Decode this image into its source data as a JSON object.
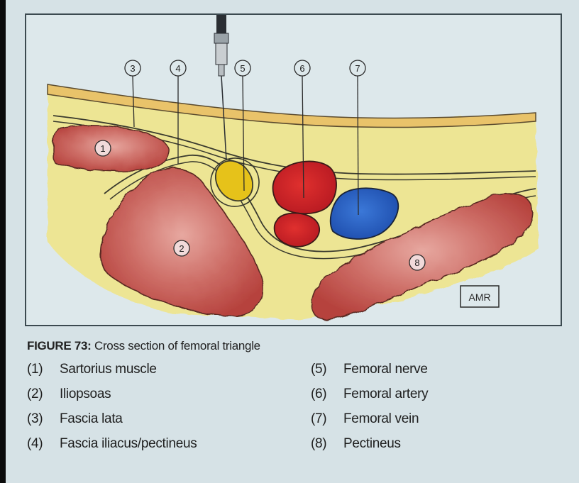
{
  "figure": {
    "caption_prefix": "FIGURE 73:",
    "caption_text": "Cross section of femoral triangle",
    "signature": "AMR"
  },
  "callouts": [
    "1",
    "2",
    "3",
    "4",
    "5",
    "6",
    "7",
    "8"
  ],
  "legend": {
    "left": [
      {
        "num": "(1)",
        "label": "Sartorius muscle"
      },
      {
        "num": "(2)",
        "label": "Iliopsoas"
      },
      {
        "num": "(3)",
        "label": "Fascia lata"
      },
      {
        "num": "(4)",
        "label": "Fascia iliacus/pectineus"
      }
    ],
    "right": [
      {
        "num": "(5)",
        "label": "Femoral nerve"
      },
      {
        "num": "(6)",
        "label": "Femoral artery"
      },
      {
        "num": "(7)",
        "label": "Femoral vein"
      },
      {
        "num": "(8)",
        "label": "Pectineus"
      }
    ]
  },
  "colors": {
    "muscle": "#c0524e",
    "muscle_light": "#d88880",
    "fat": "#f0e27a",
    "nerve": "#e6c21a",
    "artery": "#d2252b",
    "vein": "#2b62c6",
    "outline": "#3a3a2e"
  }
}
